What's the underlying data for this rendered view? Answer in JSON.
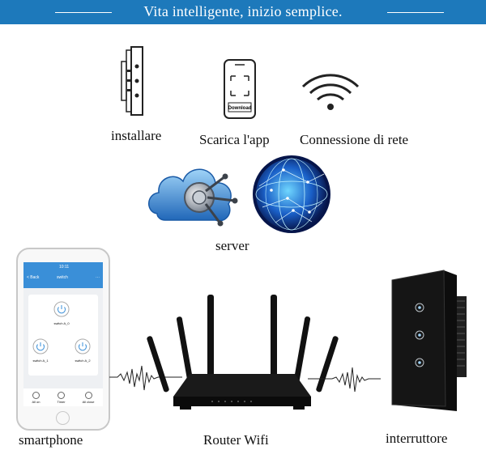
{
  "banner": {
    "title": "Vita intelligente, inizio semplice."
  },
  "steps": [
    {
      "label": "installare",
      "icon": "wall-switch-icon"
    },
    {
      "label": "Scarica l'app",
      "icon": "phone-download-icon",
      "screen_text": "Download"
    },
    {
      "label": "Connessione di rete",
      "icon": "wifi-icon"
    }
  ],
  "server": {
    "label": "server",
    "icons": [
      "cloud-vault-icon",
      "globe-network-icon"
    ]
  },
  "devices": [
    {
      "label": "smartphone",
      "icon": "smartphone-icon"
    },
    {
      "label": "Router Wifi",
      "icon": "router-icon"
    },
    {
      "label": "interruttore",
      "icon": "touch-switch-icon"
    }
  ],
  "phone_app": {
    "time": "10:11",
    "back": "< Back",
    "title": "switch",
    "menu": "···",
    "switches": [
      "switch A_0",
      "switch A_1",
      "switch A_2"
    ],
    "bottom_tabs": [
      "All on",
      "Timer",
      "All close"
    ]
  },
  "colors": {
    "banner": "#1d79bb",
    "app_header": "#3a8fd8"
  }
}
